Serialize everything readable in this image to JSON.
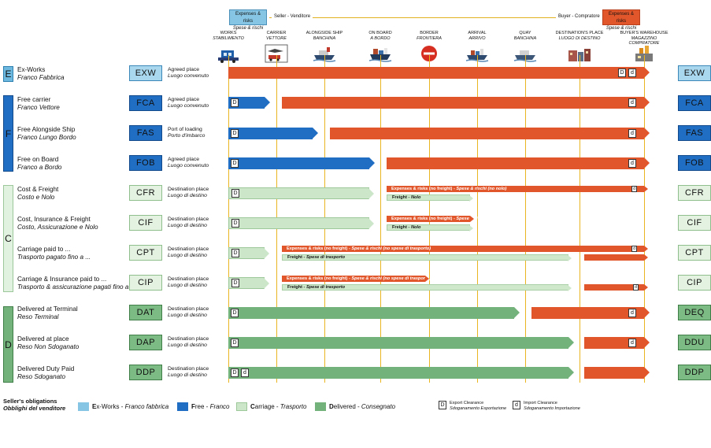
{
  "header": {
    "seller_box": {
      "line1": "Expenses & risks",
      "line2": "Spese & rischi"
    },
    "seller_label": "Seller - Venditore",
    "buyer_label": "Buyer - Compratore",
    "buyer_box": {
      "line1": "Expenses & risks",
      "line2": "Spese & rischi"
    }
  },
  "locations": [
    {
      "name": "WORKS",
      "it": "STABILIMENTO"
    },
    {
      "name": "CARRIER",
      "it": "VETTORE"
    },
    {
      "name": "ALONGSIDE SHIP",
      "it": "BANCHINA"
    },
    {
      "name": "ON BOARD",
      "it": "A BORDO"
    },
    {
      "name": "BORDER",
      "it": "FRONTIERA"
    },
    {
      "name": "ARRIVAL",
      "it": "ARRIVO"
    },
    {
      "name": "QUAY",
      "it": "BANCHINA"
    },
    {
      "name": "DESTINATION'S PLACE",
      "it": "LUOGO DI DESTINO"
    },
    {
      "name": "BUYER'S WAREHOUSE",
      "it": "MAGAZZINO COMPRATORE"
    }
  ],
  "groups": [
    "E",
    "F",
    "C",
    "D"
  ],
  "terms": [
    {
      "code": "EXW",
      "right": "EXW",
      "name": "Ex-Works",
      "it": "Franco Fabbrica",
      "place": "Agreed place",
      "place_it": "Luogo convenuto",
      "b1": "",
      "b1_it": "",
      "b2": "",
      "b2_it": ""
    },
    {
      "code": "FCA",
      "right": "FCA",
      "name": "Free carrier",
      "it": "Franco Vettore",
      "place": "Agreed place",
      "place_it": "Luogo convenuto",
      "b1": "",
      "b1_it": "",
      "b2": "",
      "b2_it": ""
    },
    {
      "code": "FAS",
      "right": "FAS",
      "name": "Free Alongside Ship",
      "it": "Franco Lungo Bordo",
      "place": "Port of loading",
      "place_it": "Porto d'imbarco",
      "b1": "",
      "b1_it": "",
      "b2": "",
      "b2_it": ""
    },
    {
      "code": "FOB",
      "right": "FOB",
      "name": "Free on Board",
      "it": "Franco a Bordo",
      "place": "Agreed place",
      "place_it": "Luogo convenuto",
      "b1": "",
      "b1_it": "",
      "b2": "",
      "b2_it": ""
    },
    {
      "code": "CFR",
      "right": "CFR",
      "name": "Cost & Freight",
      "it": "Costo e Nolo",
      "place": "Destination place",
      "place_it": "Luogo di destino",
      "b1": "Expenses & risks (no freight)  -  ",
      "b1_it": "Spese & rischi (no nolo)",
      "b2": "Freight  -  ",
      "b2_it": "Nolo"
    },
    {
      "code": "CIF",
      "right": "CIF",
      "name": "Cost, Insurance & Freight",
      "it": "Costo, Assicurazione e Nolo",
      "place": "Destination place",
      "place_it": "Luogo di destino",
      "b1": "Expenses & risks (no freight)  -  ",
      "b1_it": "Spese & rischi (no nolo)",
      "b2": "Freight  -  ",
      "b2_it": "Nolo"
    },
    {
      "code": "CPT",
      "right": "CPT",
      "name": "Carriage paid to ...",
      "it": "Trasporto pagato fino a ...",
      "place": "Destination place",
      "place_it": "Luogo di destino",
      "b1": "Expenses & risks (no freight)  -  ",
      "b1_it": "Spese & rischi (no spese di trasporto)",
      "b2": "Freight  -  ",
      "b2_it": "Spese di trasporto"
    },
    {
      "code": "CIP",
      "right": "CIP",
      "name": "Carriage & Insurance paid to ...",
      "it": "Trasporto & assicurazione pagati fino a ...",
      "place": "Destination place",
      "place_it": "Luogo di destino",
      "b1": "Expenses & risks (no freight)  -  ",
      "b1_it": "Spese & rischi (no spese di trasporto)",
      "b2": "Freight  -  ",
      "b2_it": "Spese di trasporto"
    },
    {
      "code": "DAT",
      "right": "DEQ",
      "name": "Delivered at Terminal",
      "it": "Reso Terminal",
      "place": "Destination place",
      "place_it": "Luogo di destino",
      "b1": "",
      "b1_it": "",
      "b2": "",
      "b2_it": ""
    },
    {
      "code": "DAP",
      "right": "DDU",
      "name": "Delivered at place",
      "it": "Reso Non Sdoganato",
      "place": "Destination place",
      "place_it": "Luogo di destino",
      "b1": "",
      "b1_it": "",
      "b2": "",
      "b2_it": ""
    },
    {
      "code": "DDP",
      "right": "DDP",
      "name": "Delivered Duty Paid",
      "it": "Reso Sdoganato",
      "place": "Destination place",
      "place_it": "Luogo di destino",
      "b1": "",
      "b1_it": "",
      "b2": "",
      "b2_it": ""
    }
  ],
  "clearance": {
    "export": "D",
    "import": "d"
  },
  "legend": {
    "title": "Seller's obligations",
    "title_it": "Obblighi del venditore",
    "items": [
      {
        "initial": "E",
        "rest": "x-Works - ",
        "it": "Franco fabbrica",
        "color": "#86c6e4"
      },
      {
        "initial": "F",
        "rest": "ree - ",
        "it": "Franco",
        "color": "#1f6ec4"
      },
      {
        "initial": "C",
        "rest": "arriage - ",
        "it": "Trasporto",
        "color": "#cce6c9"
      },
      {
        "initial": "D",
        "rest": "elivered - ",
        "it": "Consegnato",
        "color": "#73b27b"
      }
    ],
    "export_clearance": "Export Clearance",
    "export_clearance_it": "Sdoganamento Esportazione",
    "import_clearance": "Import Clearance",
    "import_clearance_it": "Sdoganamento Importazione"
  },
  "colors": {
    "seller_accent": "#1f6ec4",
    "buyer_accent": "#e2562b",
    "guide_line": "#e9b520"
  }
}
